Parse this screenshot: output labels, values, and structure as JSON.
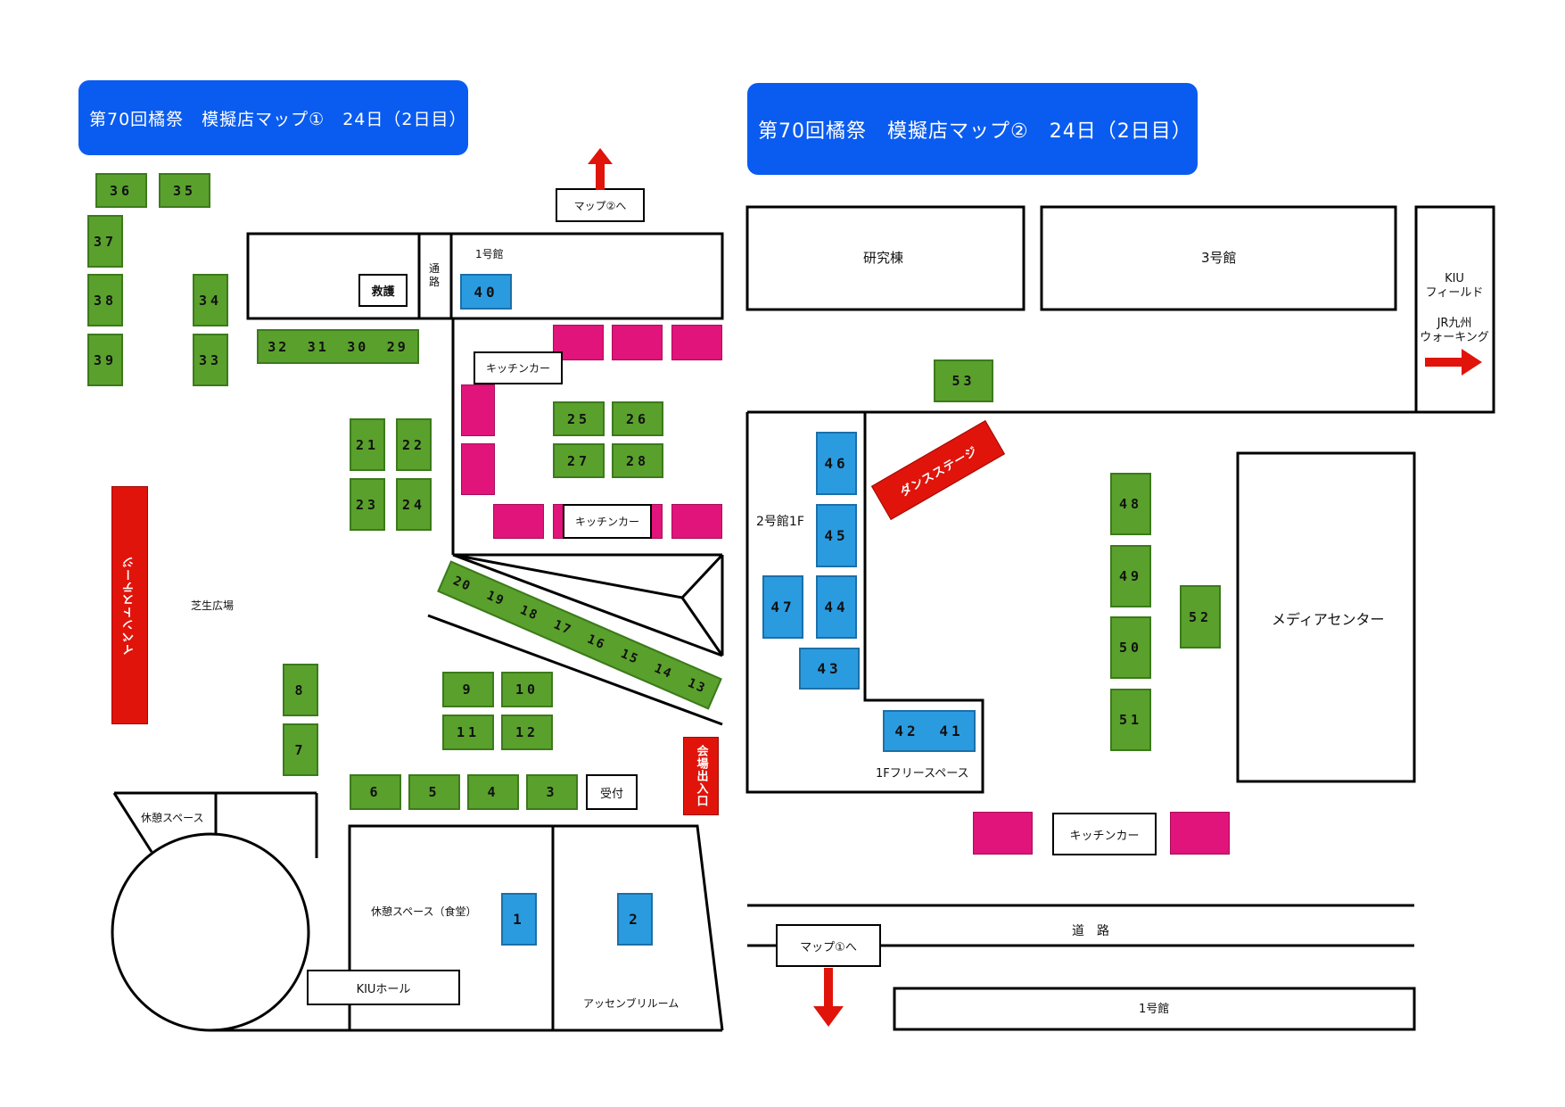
{
  "titles": {
    "map1": "第70回橘祭　模擬店マップ①　24日（2日目）",
    "map2": "第70回橘祭　模擬店マップ②　24日（2日目）"
  },
  "buildings": {
    "building1_map1": "1号館",
    "passage": "通\n路",
    "rescue": "救護",
    "shibafu": "芝生広場",
    "rest_space": "休憩スペース",
    "rest_space_cafeteria": "休憩スペース（食堂）",
    "kiu_hall": "KIUホール",
    "assembly_room": "アッセンブリルーム",
    "reception": "受付",
    "research_building": "研究棟",
    "building3": "3号館",
    "kiu_field": "KIU\nフィールド",
    "jr_walking": "JR九州\nウォーキング",
    "building2_1f": "2号館1F",
    "free_space_1f": "1Fフリースペース",
    "media_center": "メディアセンター",
    "road": "道　路",
    "building1_map2": "1号館"
  },
  "nav": {
    "to_map2": "マップ②へ",
    "to_map1": "マップ①へ"
  },
  "red_zones": {
    "event_stage": "イベントステージ",
    "entrance": "会場出入口",
    "dance_stage": "ダンスステージ"
  },
  "kitchen_car_label": "キッチンカー",
  "booths_map1_green": [
    "36",
    "35",
    "37",
    "38",
    "39",
    "34",
    "33",
    "32",
    "31",
    "30",
    "29",
    "21",
    "22",
    "23",
    "24",
    "25",
    "26",
    "27",
    "28",
    "20",
    "19",
    "18",
    "17",
    "16",
    "15",
    "14",
    "13",
    "8",
    "7",
    "9",
    "10",
    "11",
    "12",
    "6",
    "5",
    "4",
    "3"
  ],
  "booths_map1_blue": [
    "40",
    "1",
    "2"
  ],
  "booths_map2_green": [
    "53",
    "48",
    "49",
    "50",
    "51",
    "52"
  ],
  "booths_map2_blue": [
    "46",
    "45",
    "47",
    "44",
    "43",
    "42",
    "41"
  ],
  "colors": {
    "title_bg": "#0a5cf0",
    "food_booth": "#5aa02c",
    "indoor_booth": "#2b9be0",
    "kitchen_car": "#e0147a",
    "stage": "#e0140a"
  }
}
